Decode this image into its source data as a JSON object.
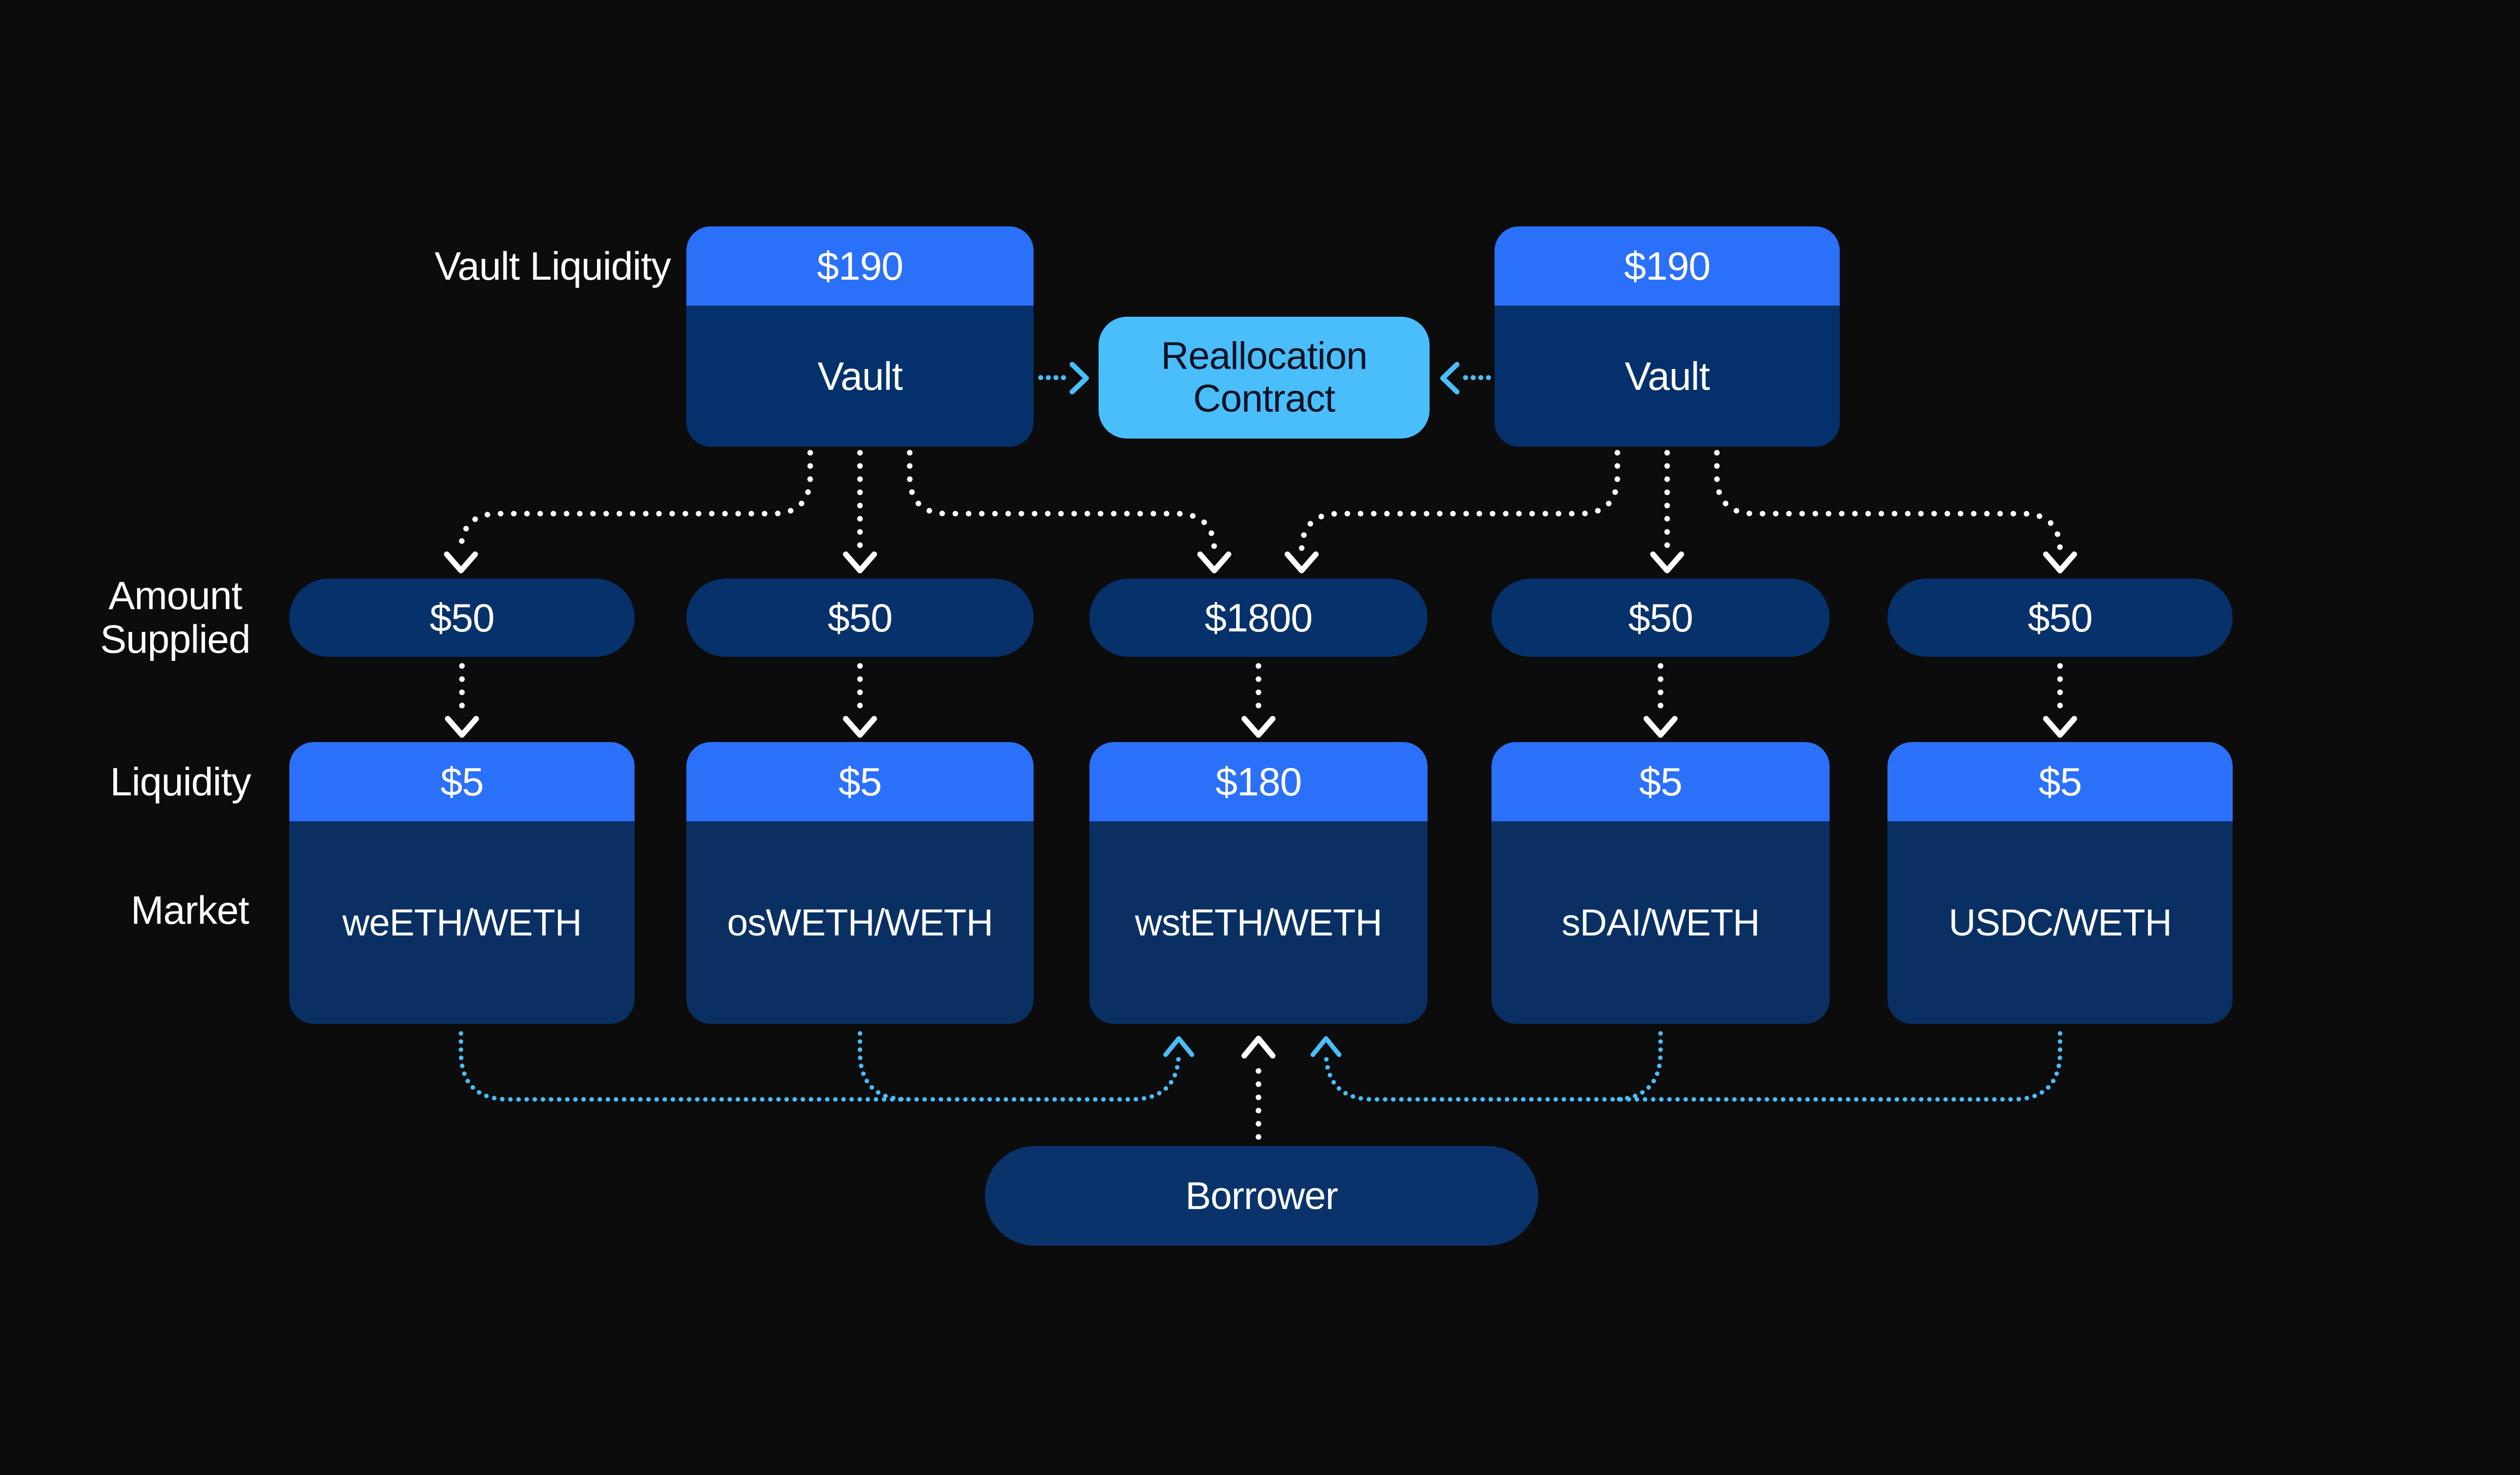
{
  "colors": {
    "bg": "#0c0c0d",
    "blue": "#2b70f8",
    "lightblue": "#49befb",
    "navy-vault": "#04316c",
    "navy-pill": "#07316a",
    "navy-market": "#0a3063",
    "navy-borrower": "#0a336b",
    "realloc-text": "#0b1222",
    "white": "#ffffff"
  },
  "row_labels": {
    "vault_liquidity": "Vault Liquidity",
    "amount_supplied_line1": "Amount",
    "amount_supplied_line2": "Supplied",
    "liquidity": "Liquidity",
    "market": "Market"
  },
  "vaults": [
    {
      "liquidity": "$190",
      "label": "Vault"
    },
    {
      "liquidity": "$190",
      "label": "Vault"
    }
  ],
  "reallocation_contract": {
    "label_line1": "Reallocation",
    "label_line2": "Contract"
  },
  "columns": [
    {
      "amount_supplied": "$50",
      "liquidity": "$5",
      "market": "weETH/WETH"
    },
    {
      "amount_supplied": "$50",
      "liquidity": "$5",
      "market": "osWETH/WETH"
    },
    {
      "amount_supplied": "$1800",
      "liquidity": "$180",
      "market": "wstETH/WETH"
    },
    {
      "amount_supplied": "$50",
      "liquidity": "$5",
      "market": "sDAI/WETH"
    },
    {
      "amount_supplied": "$50",
      "liquidity": "$5",
      "market": "USDC/WETH"
    }
  ],
  "borrower": {
    "label": "Borrower"
  }
}
